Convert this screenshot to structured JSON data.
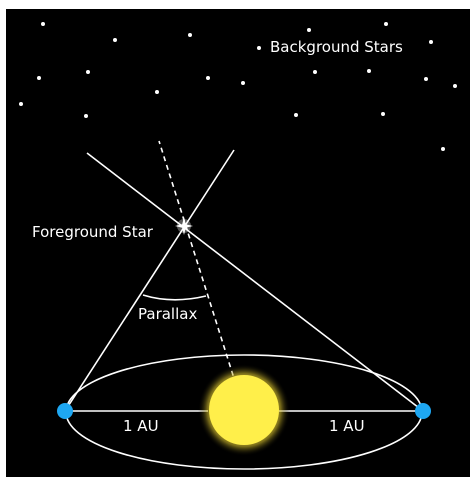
{
  "labels": {
    "background_stars": "Background Stars",
    "foreground_star": "Foreground Star",
    "parallax": "Parallax",
    "au_left": "1 AU",
    "au_right": "1 AU"
  },
  "colors": {
    "background": "#000000",
    "line": "#ffffff",
    "earth": "#1ea7f2",
    "sun_core": "#ffef4a",
    "sun_glow": "#f6e24a"
  }
}
